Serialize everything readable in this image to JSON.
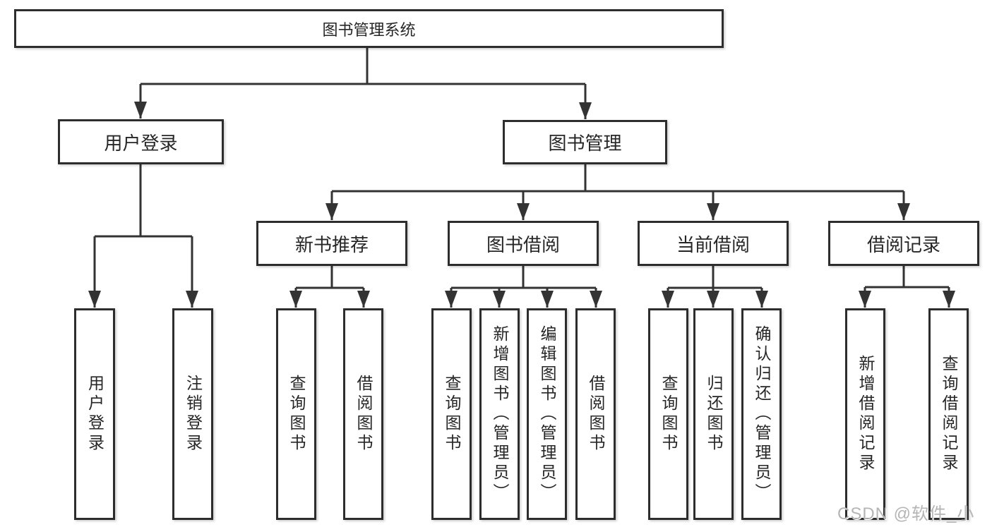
{
  "tree": {
    "label": "图书管理系统",
    "children": [
      {
        "label": "用户登录",
        "children": [
          {
            "label": "用户登录"
          },
          {
            "label": "注销登录"
          }
        ]
      },
      {
        "label": "图书管理",
        "children": [
          {
            "label": "新书推荐",
            "children": [
              {
                "label": "查询图书"
              },
              {
                "label": "借阅图书"
              }
            ]
          },
          {
            "label": "图书借阅",
            "children": [
              {
                "label": "查询图书"
              },
              {
                "label": "新增图书（管理员）"
              },
              {
                "label": "编辑图书（管理员）"
              },
              {
                "label": "借阅图书"
              }
            ]
          },
          {
            "label": "当前借阅",
            "children": [
              {
                "label": "查询图书"
              },
              {
                "label": "归还图书"
              },
              {
                "label": "确认归还（管理员）"
              }
            ]
          },
          {
            "label": "借阅记录",
            "children": [
              {
                "label": "新增借阅记录"
              },
              {
                "label": "查询借阅记录"
              }
            ]
          }
        ]
      }
    ]
  },
  "watermark": {
    "text": "CSDN @软件_小贺同学",
    "color": "#b5b5b5"
  },
  "colors": {
    "background": "#ffffff",
    "box_border": "#2d2d2d",
    "connector": "#333333",
    "text": "#262626"
  }
}
